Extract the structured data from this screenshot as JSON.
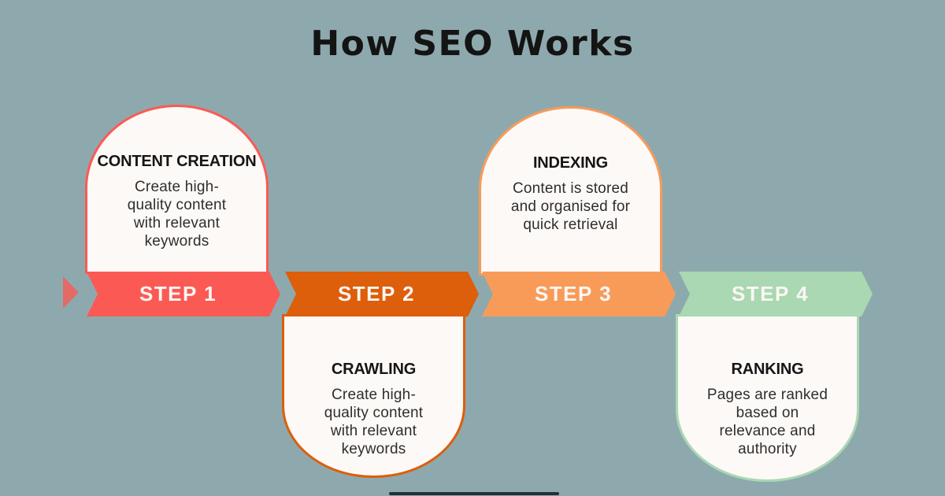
{
  "title": "How SEO Works",
  "colors": {
    "background": "#8EA9AD",
    "card_fill": "#FDF9F7",
    "title_text": "#141414",
    "banner_label": "#FCF6F3",
    "bottom_bar": "#17242B"
  },
  "steps": [
    {
      "label": "STEP 1",
      "title": "CONTENT CREATION",
      "description": "Create high-quality content with relevant keywords",
      "description_lines": [
        "Create high-",
        "quality content",
        "with relevant",
        "keywords"
      ],
      "color": "#FB5A54",
      "card_position": "above"
    },
    {
      "label": "STEP 2",
      "title": "CRAWLING",
      "description": "Create high-quality content with relevant keywords",
      "description_lines": [
        "Create high-",
        "quality content",
        "with relevant",
        "keywords"
      ],
      "color": "#DD5E0B",
      "card_position": "below"
    },
    {
      "label": "STEP 3",
      "title": "INDEXING",
      "description": "Content is stored and organised for quick retrieval",
      "description_lines": [
        "Content is stored",
        "and organised for",
        "quick retrieval"
      ],
      "color": "#F89B59",
      "card_position": "above"
    },
    {
      "label": "STEP 4",
      "title": "RANKING",
      "description": "Pages are ranked based on relevance and authority",
      "description_lines": [
        "Pages are ranked",
        "based on",
        "relevance and",
        "authority"
      ],
      "color": "#A9D8B2",
      "card_position": "below"
    }
  ]
}
